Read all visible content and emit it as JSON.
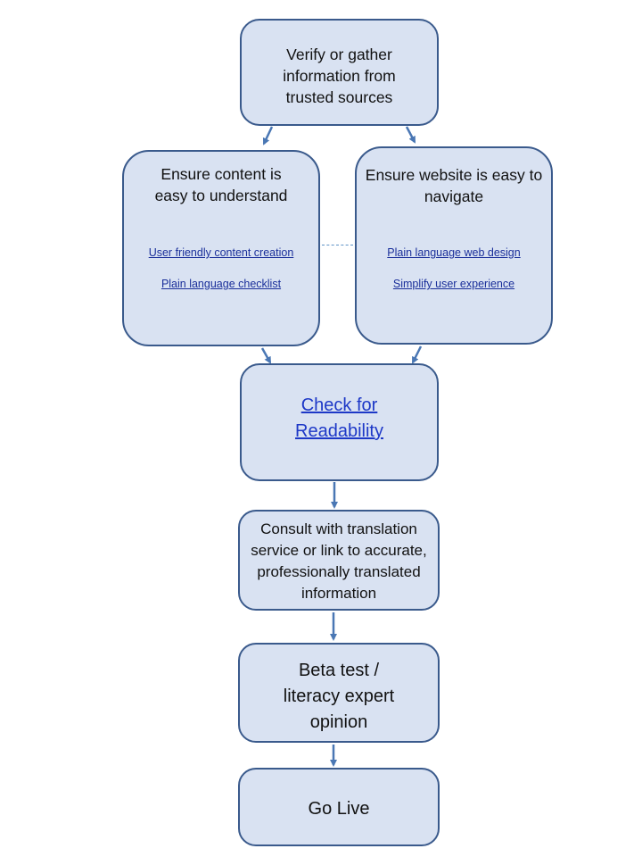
{
  "steps": {
    "verify": "Verify or gather information from trusted sources",
    "content": {
      "title": "Ensure content is easy to understand",
      "links": [
        "User friendly content creation",
        "Plain language checklist"
      ]
    },
    "website": {
      "title": "Ensure website is easy to navigate",
      "links": [
        "Plain language web design",
        "Simplify user experience"
      ]
    },
    "readability": "Check for Readability",
    "translation": "Consult with translation service or link to accurate, professionally translated information",
    "beta": "Beta test / literacy expert opinion",
    "live": "Go Live"
  },
  "colors": {
    "box_fill": "#d9e2f2",
    "box_border": "#3a5a8c",
    "arrow": "#4a77b4",
    "link": "#1a2f9a",
    "primary_link": "#1d38c7"
  }
}
